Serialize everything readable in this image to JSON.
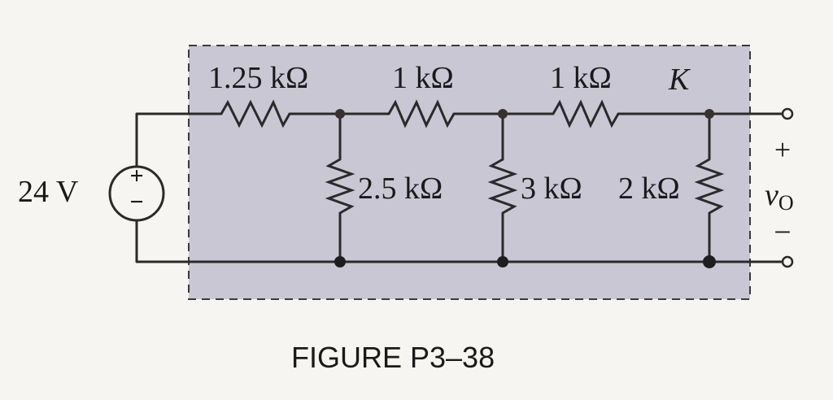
{
  "circuit": {
    "source_label": "24 V",
    "source_plus": "+",
    "source_minus": "−",
    "resistors": {
      "r_series_1": "1.25 kΩ",
      "r_series_2": "1 kΩ",
      "r_series_3": "1 kΩ",
      "r_shunt_1": "2.5 kΩ",
      "r_shunt_2": "3 kΩ",
      "r_shunt_3": "2 kΩ"
    },
    "box_label": "K",
    "output_plus": "+",
    "output_label": "v",
    "output_label_sub": "O",
    "output_minus": "−"
  },
  "caption": "FIGURE P3–38",
  "colors": {
    "box_fill": "#c9c7d4",
    "box_label": "#5a3d8a",
    "ink": "#1a1a1a"
  }
}
